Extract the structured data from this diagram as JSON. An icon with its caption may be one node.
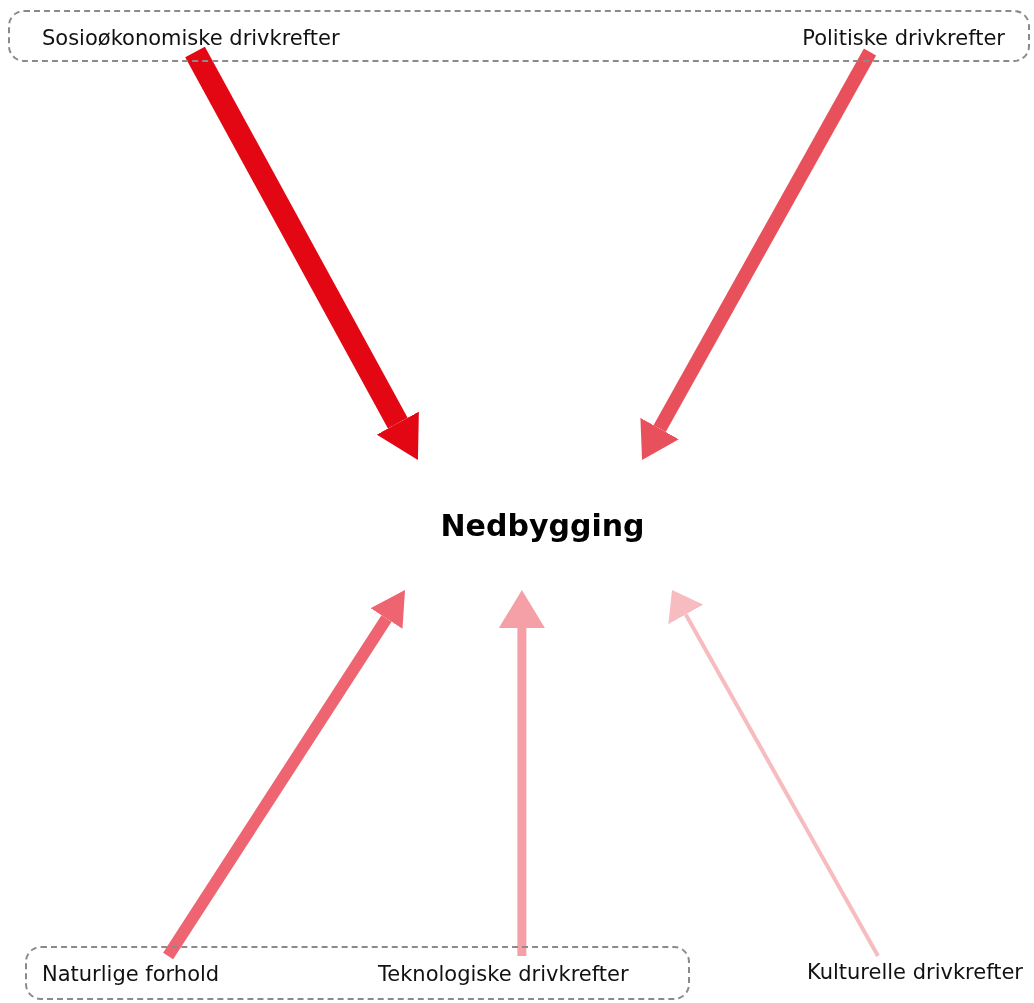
{
  "diagram": {
    "nodes": [
      {
        "text": [],
        "shape": "box"
      },
      {
        "text": [
          "Sosioøkonomiske drivkrefter"
        ],
        "in": 0
      },
      {
        "text": [
          "Politiske drivkrefter"
        ],
        "in": 0
      },
      {
        "text": [
          "Nedbygging"
        ]
      },
      {
        "text": [],
        "shape": "box"
      },
      {
        "text": [
          "Naturlige forhold"
        ],
        "in": 4
      },
      {
        "text": [
          "Teknologiske drivkrefter"
        ],
        "in": 4
      },
      {
        "text": [
          "Kulturelle drivkrefter"
        ]
      }
    ],
    "edges": [
      {
        "from": 1,
        "to": 3,
        "arrow": "to",
        "style": "thick",
        "color": "#e30613"
      },
      {
        "from": 2,
        "to": 3,
        "arrow": "to",
        "color": "#e8505b"
      },
      {
        "from": 5,
        "to": 3,
        "arrow": "to",
        "color": "#ee6470"
      },
      {
        "from": 6,
        "to": 3,
        "arrow": "to",
        "color": "#f4a0a6"
      },
      {
        "from": 7,
        "to": 3,
        "arrow": "to",
        "color": "#f7bcc0"
      }
    ]
  }
}
